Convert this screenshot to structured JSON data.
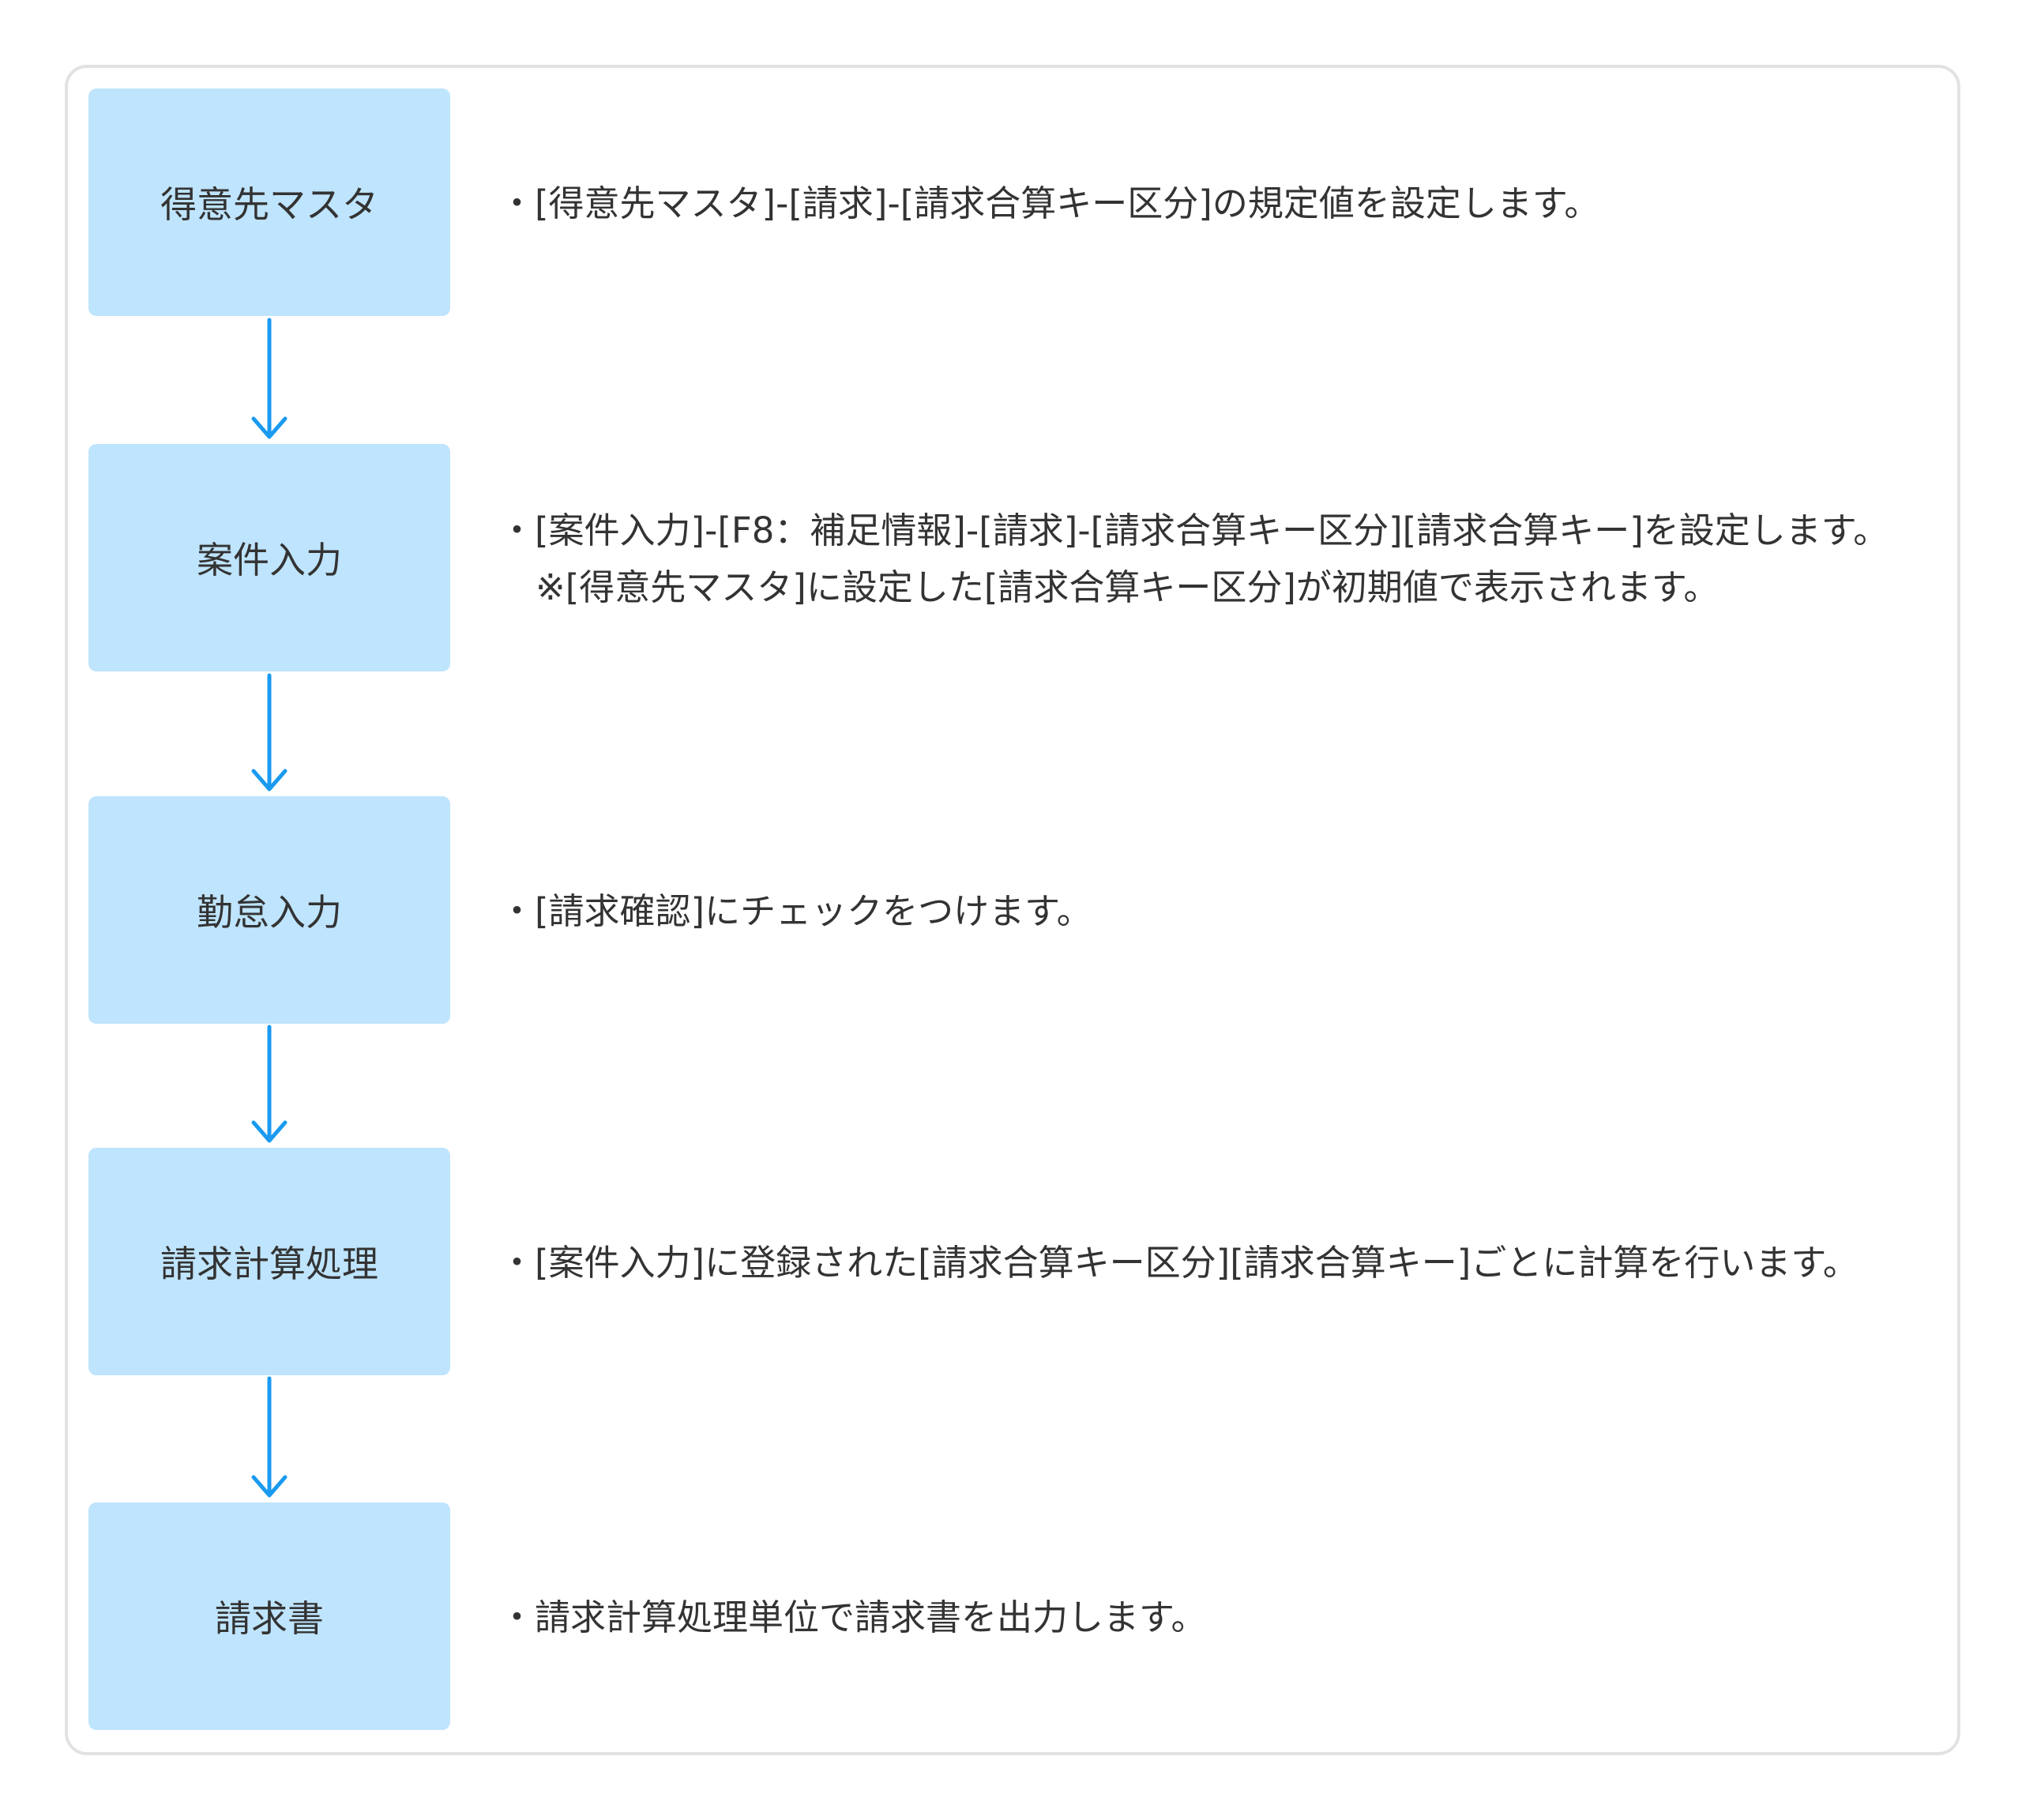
{
  "flow": {
    "arrow_color": "#1a9af0",
    "box_color": "#bfe4fd",
    "steps": [
      {
        "label": "得意先マスタ",
        "lines": [
          "・[得意先マスタ]-[請求]-[請求合算キー区分]の規定値を設定します。"
        ]
      },
      {
        "label": "案件入力",
        "lines": [
          "・[案件入力]-[F8：補足情報]-[請求]-[請求合算キー区分][請求合算キー]を設定します。",
          "※[得意先マスタ]に設定した[請求合算キー区分]が初期値で表示されます。"
        ]
      },
      {
        "label": "勤怠入力",
        "lines": [
          "・[請求確認]にチェックをつけます。"
        ]
      },
      {
        "label": "請求計算処理",
        "lines": [
          "・[案件入力]に登録された[請求合算キー区分][請求合算キー]ごとに計算を行います。"
        ]
      },
      {
        "label": "請求書",
        "lines": [
          "・請求計算処理単位で請求書を出力します。"
        ]
      }
    ]
  }
}
